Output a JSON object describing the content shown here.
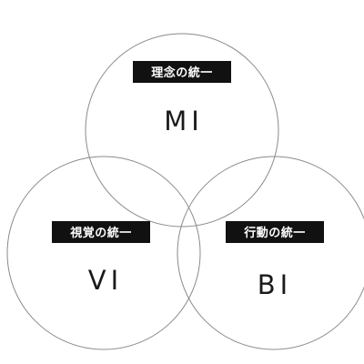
{
  "diagram": {
    "top": {
      "label": "理念の統一",
      "code": "MI"
    },
    "left": {
      "label": "視覚の統一",
      "code": "VI"
    },
    "right": {
      "label": "行動の統一",
      "code": "BI"
    }
  },
  "colors": {
    "circle_stroke": "#8a8a8a",
    "label_background": "#111111",
    "label_text": "#ffffff",
    "code_text": "#1a1a1a"
  }
}
